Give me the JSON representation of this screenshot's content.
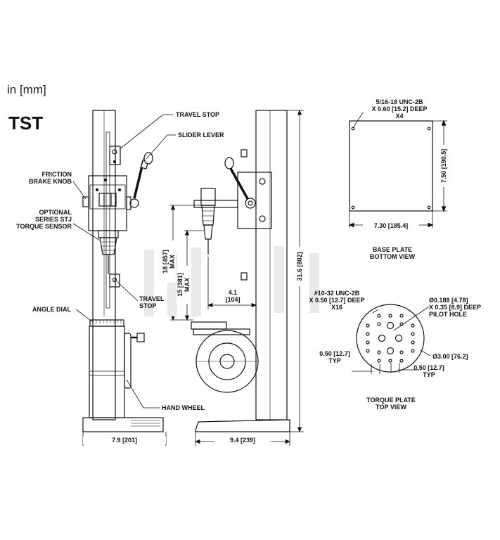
{
  "header": {
    "units": "in [mm]",
    "model": "TST"
  },
  "labels": {
    "travel_stop_top": "TRAVEL STOP",
    "slider_lever": "SLIDER LEVER",
    "friction_brake_knob": [
      "FRICTION",
      "BRAKE KNOB"
    ],
    "optional_sensor": [
      "OPTIONAL",
      "SERIES STJ",
      "TORQUE SENSOR"
    ],
    "travel_stop_mid": [
      "TRAVEL",
      "STOP"
    ],
    "angle_dial": "ANGLE DIAL",
    "hand_wheel": "HAND WHEEL",
    "base_plate_view": [
      "BASE PLATE",
      "BOTTOM VIEW"
    ],
    "torque_plate_view": [
      "TORQUE PLATE",
      "TOP VIEW"
    ]
  },
  "dimensions": {
    "front_width": "7.9 [201]",
    "side_width": "9.4 [239]",
    "total_height": "31.6 [802]",
    "travel_max_18": [
      "18 [457]",
      "MAX"
    ],
    "travel_max_15": [
      "15 [381]",
      "MAX"
    ],
    "offset": [
      "4.1",
      "[104]"
    ],
    "base_width": "7.30 [185.4]",
    "base_height": "7.50 [190.5]",
    "base_holes": [
      "5/16-18 UNC-2B",
      "X 0.60 [15.2] DEEP",
      "X4"
    ],
    "torque_holes": [
      "#10-32 UNC-2B",
      "X 0.50 [12.7] DEEP",
      "X16"
    ],
    "pilot_hole": [
      "Ø0.188 [4.78]",
      "X 0.35 [8.9] DEEP",
      "PILOT HOLE"
    ],
    "plate_diameter": "Ø3.00 [76.2]",
    "spacing_left": [
      "0.50 [12.7]",
      "TYP"
    ],
    "spacing_bottom": [
      "0.50 [12.7]",
      "TYP"
    ]
  },
  "colors": {
    "ink": "#111111",
    "watermark": "#e9e9e9"
  }
}
